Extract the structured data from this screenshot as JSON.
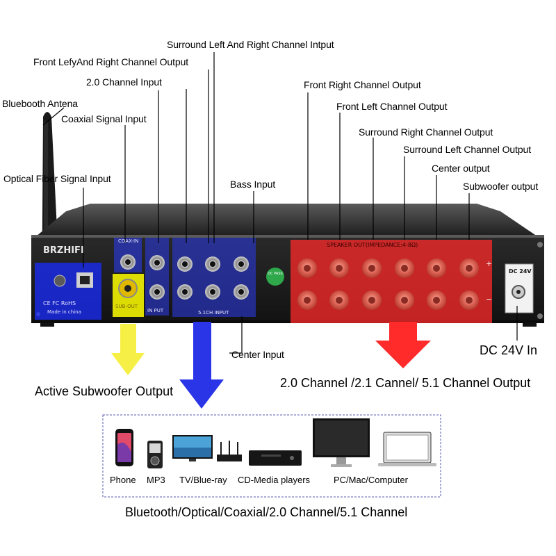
{
  "labels": {
    "surround_lr_input": "Surround Left And Right Channel Intput",
    "front_lr_output": "Front LefyAnd Right Channel Output",
    "ch20_input": "2.0 Channel Input",
    "bluetooth_antenna": "Bluebooth Antena",
    "coaxial_input": "Coaxial Signal Input",
    "optical_input": "Optical Fiber Signal Input",
    "bass_input": "Bass Input",
    "front_right_output": "Front Right Channel Output",
    "front_left_output": "Front Left Channel Output",
    "surround_right_output": "Surround Right Channel Output",
    "surround_left_output": "Surround Left Channel Output",
    "center_output": "Center output",
    "subwoofer_output": "Subwoofer output",
    "center_input": "Center Input",
    "dc_in": "DC 24V In",
    "active_sub_output": "Active Subwoofer Output",
    "channel_output": "2.0 Channel /2.1 Cannel/ 5.1 Channel Output"
  },
  "panel": {
    "brand": "BRZHIFI",
    "coax_in": "COAX-IN",
    "sub_out": "SUB-OUT",
    "in_put": "IN PUT",
    "speaker_out": "SPEAKER OUT(IMPEDANCE:4-8Ω)",
    "ch51_input": "5.1CH INPUT",
    "dc_24v": "DC 24V",
    "made_in": "Made in china",
    "certs": "CE FC RoHS",
    "dc_pass": "DC PASS",
    "plus": "+",
    "minus": "−"
  },
  "devices": {
    "items": [
      "Phone",
      "MP3",
      "TV/Blue-ray",
      "CD-Media players",
      "PC/Mac/Computer"
    ],
    "caption": "Bluetooth/Optical/Coaxial/2.0 Channel/5.1 Channel"
  },
  "colors": {
    "blue_overlay": "#1a2cff",
    "yellow_overlay": "#ffff00",
    "red_overlay": "#ff2a2a",
    "blue_arrow": "#2b35e8",
    "yellow_arrow": "#f6f046",
    "red_arrow": "#ff2b2b"
  }
}
